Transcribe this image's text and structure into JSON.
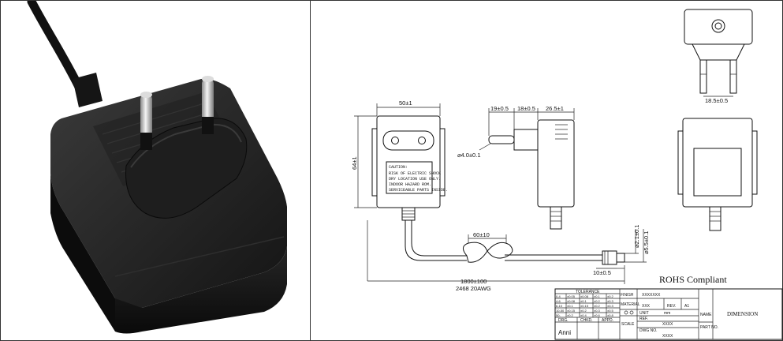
{
  "drawing": {
    "dimensions": {
      "width": "50±1",
      "height": "64±1",
      "pin_len": "19±0.5",
      "plug_depth": "18±0.5",
      "body_depth": "26.5±1",
      "pin_dia": "⌀4.0±0.1",
      "pin_spacing": "18.5±0.5",
      "strain_relief": "60±10",
      "cable_len": "1800±100",
      "cable_spec": "2468 20AWG",
      "barrel_len": "10±0.5",
      "inner_dia": "⌀2.1±0.1",
      "outer_dia": "⌀5.5±0.1"
    },
    "caution_lines": [
      "CAUTION:",
      "RISK OF ELECTRIC SHOCK",
      "DRY LOCATION USE ONLY.",
      "INDOOR HAZARD ROM.",
      "SERVICEABLE PARTS INSIDE."
    ],
    "rohs": "ROHS Compliant"
  },
  "title_block": {
    "tolerance_title": "TOLERANCE",
    "tolerance_rows": [
      [
        "0-4",
        "±0.05",
        "±0.08",
        "±0.1",
        "±0.2"
      ],
      [
        "4-6",
        "±0.08",
        "±0.1",
        "±0.2",
        "±0.3"
      ],
      [
        "6-10",
        "±0.1",
        "±0.15",
        "±0.2",
        "±0.3"
      ],
      [
        "10-50",
        "±0.15",
        "±0.2",
        "±0.3",
        "±0.5"
      ],
      [
        "50-",
        "±0.2",
        "±0.4",
        "±0.6",
        "±0.8"
      ]
    ],
    "drawn_label": "DRG.",
    "check_label": "CHKD.",
    "approved_label": "APPD.",
    "drawn_by": "Anni",
    "finish_label": "FINISH",
    "finish_value": "XXXXXXX",
    "material_label": "MATERIAL",
    "material_value": "XXX",
    "rev_label": "REV.",
    "rev_value": "A1",
    "unit_label": "UNIT",
    "unit_value": "mm",
    "scale_label": "SCALE",
    "ref_label": "REF.",
    "ref_value": "XXXX",
    "dwg_label": "DWG NO.",
    "dwg_value": "XXXX",
    "name_label": "NAME",
    "name_value": "DIMENSION",
    "part_label": "PART NO."
  },
  "colors": {
    "plastic": "#1d1d1d",
    "line": "#111111"
  }
}
